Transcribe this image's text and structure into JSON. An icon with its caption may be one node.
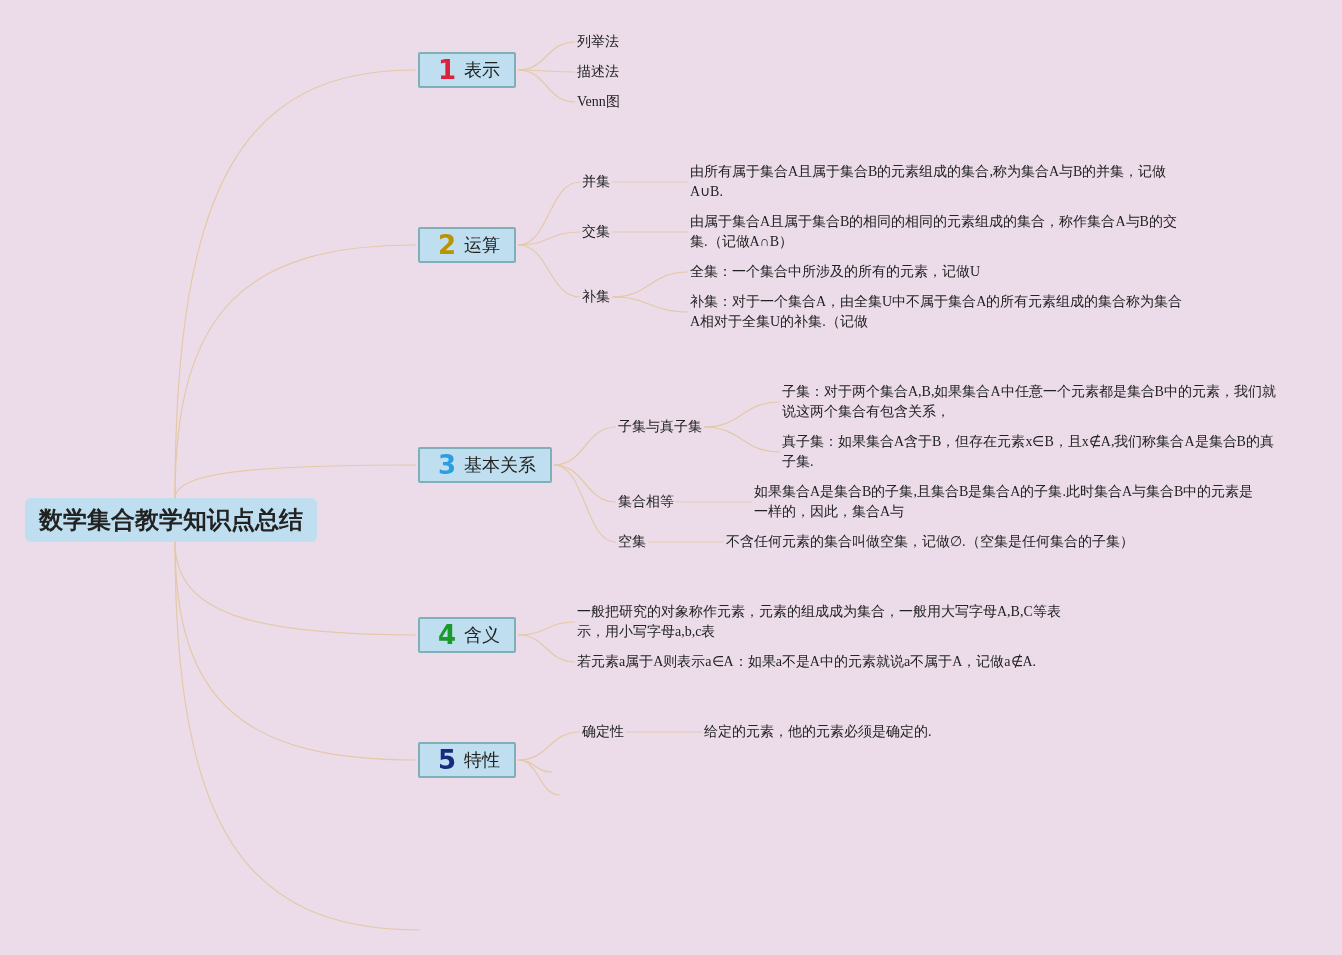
{
  "diagram": {
    "nodes": [
      {
        "text": [
          "数学集合教学知识点总结"
        ]
      },
      {
        "text": [
          "1",
          "表示"
        ]
      },
      {
        "text": [
          "列举法"
        ]
      },
      {
        "text": [
          "描述法"
        ]
      },
      {
        "text": [
          "Venn图"
        ]
      },
      {
        "text": [
          "2",
          "运算"
        ]
      },
      {
        "text": [
          "并集"
        ]
      },
      {
        "text": [
          "由所有属于集合A且属于集合B的元素组成的集合,称为集合A与B的并集，记做A∪B."
        ]
      },
      {
        "text": [
          "交集"
        ]
      },
      {
        "text": [
          "由属于集合A且属于集合B的相同的相同的元素组成的集合，称作集合A与B的交集.（记做A∩B）"
        ]
      },
      {
        "text": [
          "补集"
        ]
      },
      {
        "text": [
          "全集：一个集合中所涉及的所有的元素，记做U"
        ]
      },
      {
        "text": [
          "补集：对于一个集合A，由全集U中不属于集合A的所有元素组成的集合称为集合A相对于全集U的补集.（记做"
        ]
      },
      {
        "text": [
          "3",
          "基本关系"
        ]
      },
      {
        "text": [
          "子集与真子集"
        ]
      },
      {
        "text": [
          "子集：对于两个集合A,B,如果集合A中任意一个元素都是集合B中的元素，我们就说这两个集合有包含关系，"
        ]
      },
      {
        "text": [
          "真子集：如果集合A含于B，但存在元素x∈B，且x∉A,我们称集合A是集合B的真子集."
        ]
      },
      {
        "text": [
          "集合相等"
        ]
      },
      {
        "text": [
          "如果集合A是集合B的子集,且集合B是集合A的子集.此时集合A与集合B中的元素是一样的，因此，集合A与"
        ]
      },
      {
        "text": [
          "空集"
        ]
      },
      {
        "text": [
          "不含任何元素的集合叫做空集，记做∅.（空集是任何集合的子集）"
        ]
      },
      {
        "text": [
          "4",
          "含义"
        ]
      },
      {
        "text": [
          "一般把研究的对象称作元素，元素的组成成为集合，一般用大写字母A,B,C等表示，用小写字母a,b,c表"
        ]
      },
      {
        "text": [
          "若元素a属于A则表示a∈A：如果a不是A中的元素就说a不属于A，记做a∉A."
        ]
      },
      {
        "text": [
          "5",
          "特性"
        ]
      },
      {
        "text": [
          "确定性"
        ]
      },
      {
        "text": [
          "给定的元素，他的元素必须是确定的."
        ]
      }
    ],
    "edges": [
      {
        "from": 0,
        "to": 1,
        "arrow": "none"
      },
      {
        "from": 0,
        "to": 5,
        "arrow": "none"
      },
      {
        "from": 0,
        "to": 13,
        "arrow": "none"
      },
      {
        "from": 0,
        "to": 21,
        "arrow": "none"
      },
      {
        "from": 0,
        "to": 24,
        "arrow": "none"
      },
      {
        "from": 0,
        "to": null,
        "arrow": "none"
      },
      {
        "from": 1,
        "to": 2,
        "arrow": "none"
      },
      {
        "from": 1,
        "to": 3,
        "arrow": "none"
      },
      {
        "from": 1,
        "to": 4,
        "arrow": "none"
      },
      {
        "from": 5,
        "to": 6,
        "arrow": "none"
      },
      {
        "from": 5,
        "to": 8,
        "arrow": "none"
      },
      {
        "from": 5,
        "to": 10,
        "arrow": "none"
      },
      {
        "from": 6,
        "to": 7,
        "arrow": "none"
      },
      {
        "from": 8,
        "to": 9,
        "arrow": "none"
      },
      {
        "from": 10,
        "to": 11,
        "arrow": "none"
      },
      {
        "from": 10,
        "to": 12,
        "arrow": "none"
      },
      {
        "from": 13,
        "to": 14,
        "arrow": "none"
      },
      {
        "from": 13,
        "to": 17,
        "arrow": "none"
      },
      {
        "from": 13,
        "to": 19,
        "arrow": "none"
      },
      {
        "from": 14,
        "to": 15,
        "arrow": "none"
      },
      {
        "from": 14,
        "to": 16,
        "arrow": "none"
      },
      {
        "from": 17,
        "to": 18,
        "arrow": "none"
      },
      {
        "from": 19,
        "to": 20,
        "arrow": "none"
      },
      {
        "from": 21,
        "to": 22,
        "arrow": "none"
      },
      {
        "from": 21,
        "to": 23,
        "arrow": "none"
      },
      {
        "from": 24,
        "to": 25,
        "arrow": "none"
      },
      {
        "from": 24,
        "to": null,
        "arrow": "none"
      },
      {
        "from": 24,
        "to": null,
        "arrow": "none"
      },
      {
        "from": 25,
        "to": 26,
        "arrow": "none"
      }
    ]
  }
}
